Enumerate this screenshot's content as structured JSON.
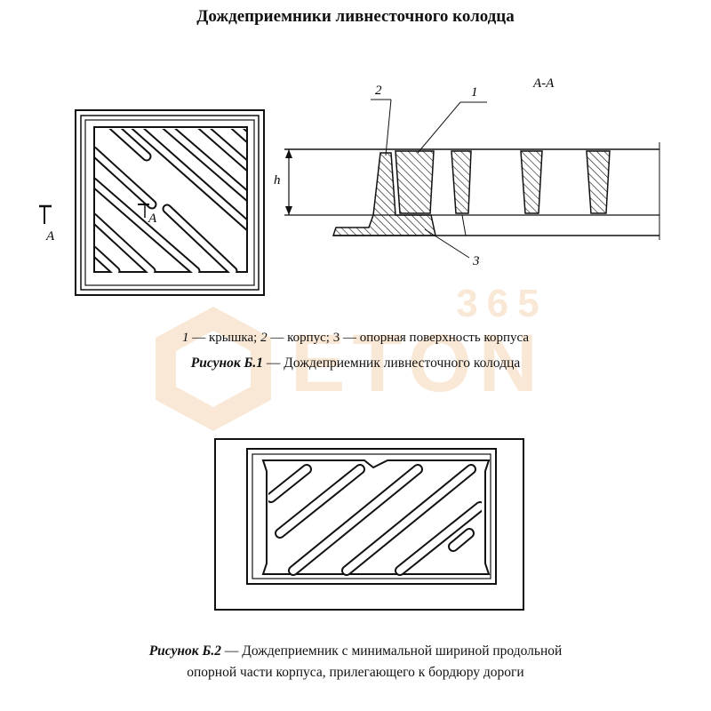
{
  "title": "Дождеприемники ливнесточного колодца",
  "figure1": {
    "section_label": "А-А",
    "arrow_label_left": "А",
    "arrow_label_inner": "А",
    "height_label": "h",
    "callouts": [
      "1",
      "2",
      "3"
    ],
    "legend": {
      "n1": "1",
      "t1": " — крышка; ",
      "n2": "2",
      "t2": " — корпус; 3 — опорная поверхность корпуса"
    },
    "caption_label": "Рисунок Б.1",
    "caption_text": " — Дождеприемник  ливнесточного колодца"
  },
  "figure2": {
    "caption_label": "Рисунок Б.2",
    "caption_line1": " — Дождеприемник с минимальной шириной продольной",
    "caption_line2": "опорной части корпуса,  прилегающего к бордюру дороги"
  },
  "watermark": {
    "number": "365",
    "brand": "ETON",
    "color": "#e89a4a"
  }
}
